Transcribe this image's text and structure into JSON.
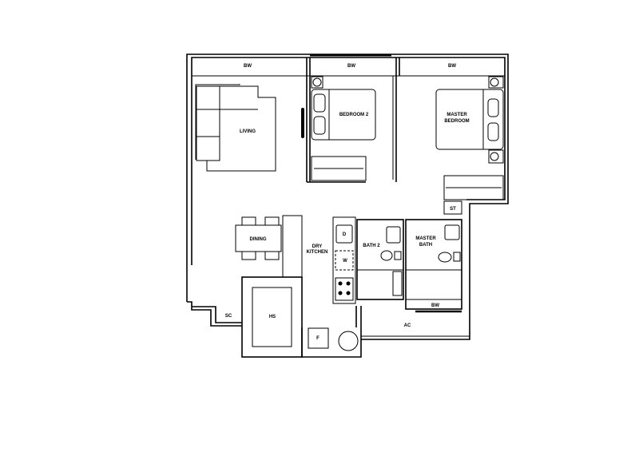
{
  "plan": {
    "rooms": {
      "bw_living": "BW",
      "bw_bedroom2": "BW",
      "bw_master": "BW",
      "living": "LIVING",
      "bedroom2": "BEDROOM 2",
      "master_bedroom_1": "MASTER",
      "master_bedroom_2": "BEDROOM",
      "st": "ST",
      "dining": "DINING",
      "dry_kitchen_1": "DRY",
      "dry_kitchen_2": "KITCHEN",
      "bath2": "BATH 2",
      "master_bath_1": "MASTER",
      "master_bath_2": "BATH",
      "bw_bath": "BW",
      "sc": "SC",
      "hs": "HS",
      "ac": "AC",
      "fridge": "F",
      "dryer": "D",
      "washer": "W"
    }
  }
}
